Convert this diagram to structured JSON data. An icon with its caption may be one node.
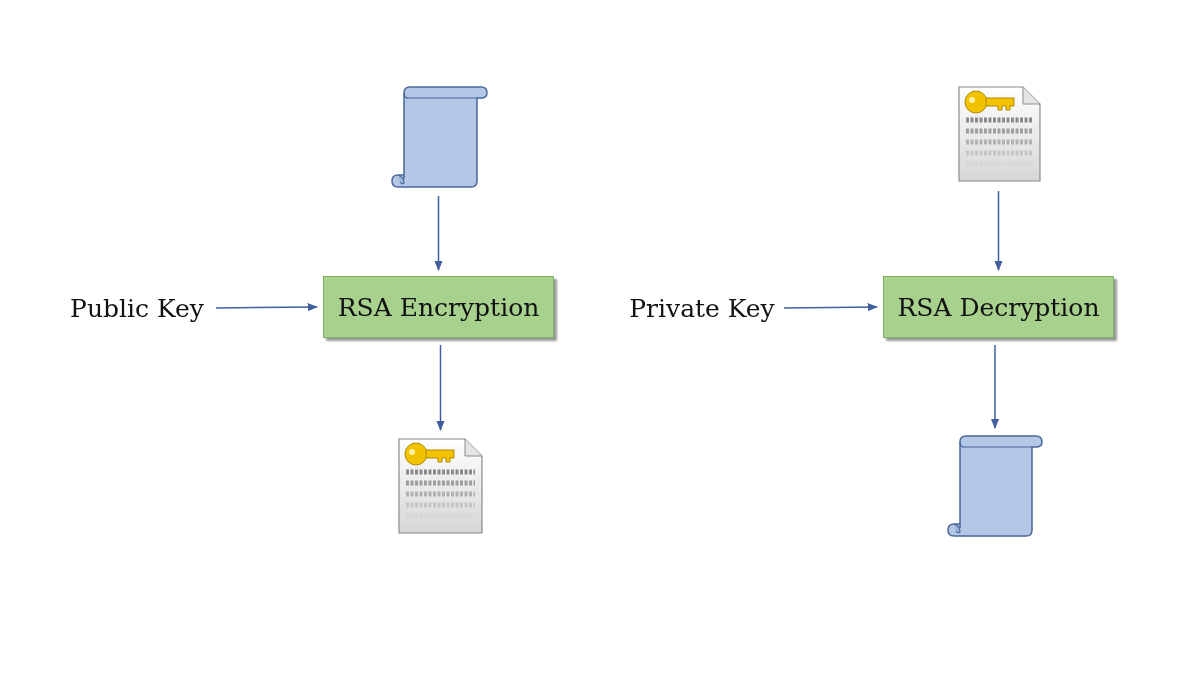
{
  "diagram": {
    "nodes": [
      {
        "text": [],
        "shape": "picture"
      },
      {
        "text": [
          "Public Key"
        ]
      },
      {
        "text": [
          "RSA Encryption"
        ]
      },
      {
        "text": [],
        "shape": "picture"
      },
      {
        "text": [],
        "shape": "picture"
      },
      {
        "text": [
          "Private Key"
        ]
      },
      {
        "text": [
          "RSA Decryption"
        ]
      },
      {
        "text": [],
        "shape": "picture"
      }
    ],
    "edges": [
      {
        "from": 0,
        "to": 2,
        "arrow": "to"
      },
      {
        "from": 1,
        "to": 2,
        "arrow": "to"
      },
      {
        "from": 2,
        "to": 3,
        "arrow": "to"
      },
      {
        "from": 4,
        "to": 6,
        "arrow": "to"
      },
      {
        "from": 5,
        "to": 6,
        "arrow": "to"
      },
      {
        "from": 6,
        "to": 7,
        "arrow": "to"
      }
    ]
  }
}
